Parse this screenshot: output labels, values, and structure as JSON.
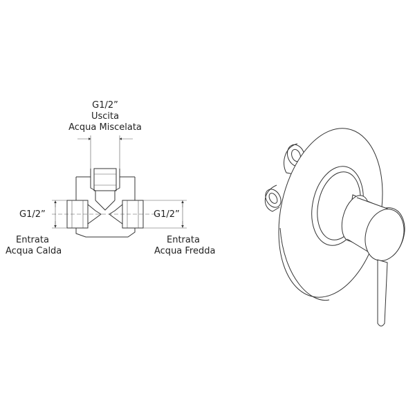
{
  "diagram": {
    "outlet": {
      "size": "G1/2”",
      "line1": "Uscita",
      "line2": "Acqua Miscelata"
    },
    "inlet_left": {
      "size": "G1/2”",
      "line1": "Entrata",
      "line2": "Acqua Calda"
    },
    "inlet_right": {
      "size": "G1/2”",
      "line1": "Entrata",
      "line2": "Acqua Fredda"
    }
  }
}
